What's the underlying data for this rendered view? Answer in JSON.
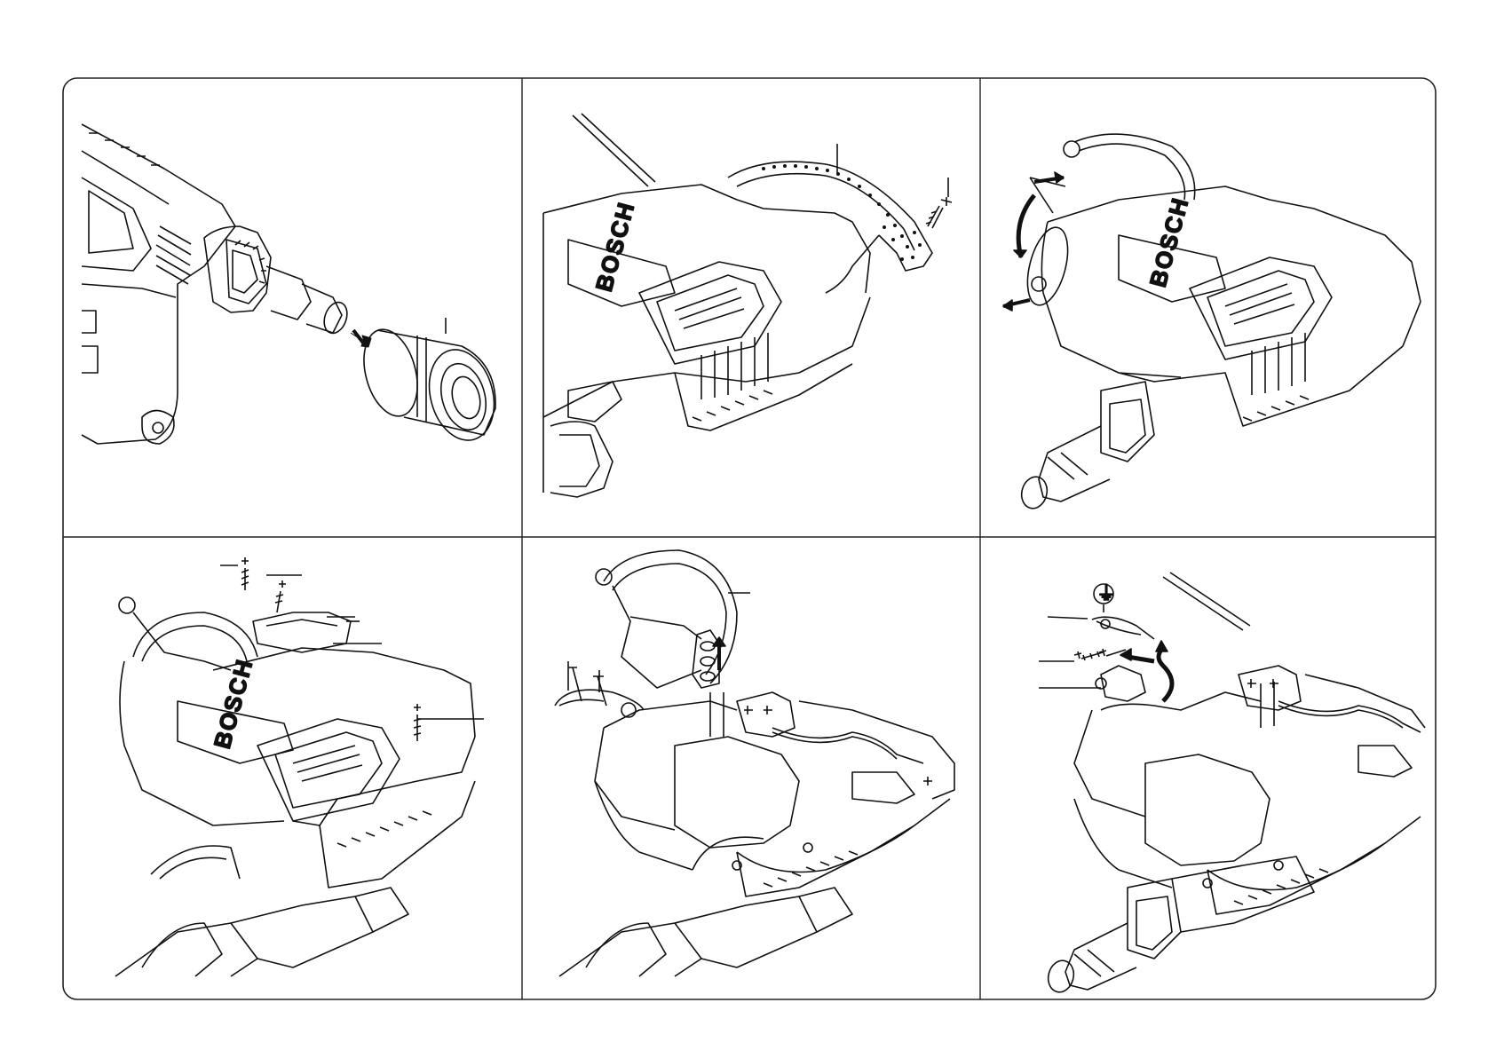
{
  "brand_logo": "BOSCH",
  "ground_symbol": "⏚",
  "panels": [
    {
      "name": "step-1",
      "description_hidden": true
    },
    {
      "name": "step-2",
      "description_hidden": true
    },
    {
      "name": "step-3",
      "description_hidden": true
    },
    {
      "name": "step-4",
      "description_hidden": true
    },
    {
      "name": "step-5",
      "description_hidden": true
    },
    {
      "name": "step-6",
      "description_hidden": true
    }
  ],
  "colors": {
    "line": "#111111",
    "frame": "#222222",
    "background": "#ffffff"
  }
}
